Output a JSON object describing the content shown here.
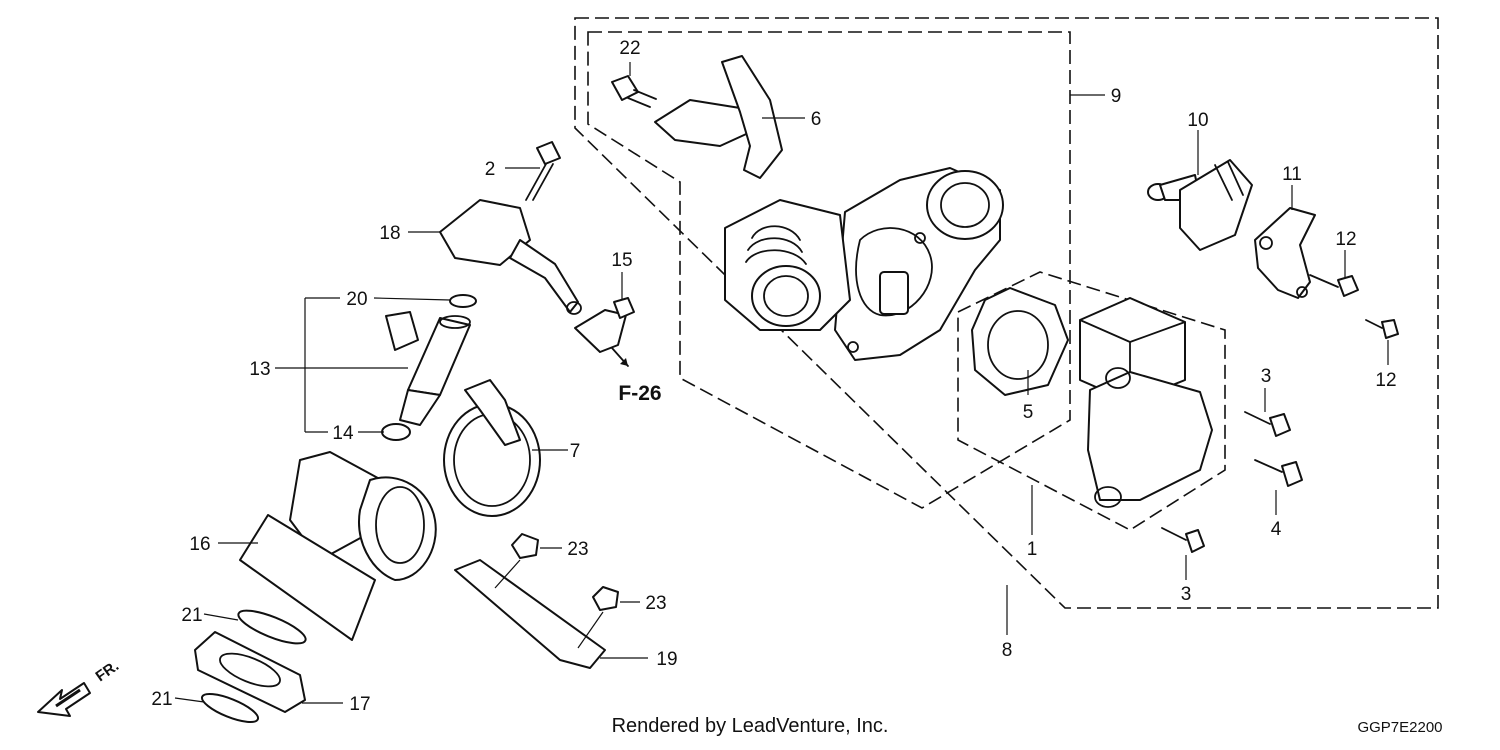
{
  "diagram": {
    "callouts": [
      {
        "id": "c22",
        "text": "22"
      },
      {
        "id": "c6",
        "text": "6"
      },
      {
        "id": "c9",
        "text": "9"
      },
      {
        "id": "c10",
        "text": "10"
      },
      {
        "id": "c11",
        "text": "11"
      },
      {
        "id": "c12a",
        "text": "12"
      },
      {
        "id": "c12b",
        "text": "12"
      },
      {
        "id": "c2",
        "text": "2"
      },
      {
        "id": "c18",
        "text": "18"
      },
      {
        "id": "c15",
        "text": "15"
      },
      {
        "id": "c20",
        "text": "20"
      },
      {
        "id": "c13",
        "text": "13"
      },
      {
        "id": "c14",
        "text": "14"
      },
      {
        "id": "c7",
        "text": "7"
      },
      {
        "id": "c5",
        "text": "5"
      },
      {
        "id": "c3a",
        "text": "3"
      },
      {
        "id": "c4",
        "text": "4"
      },
      {
        "id": "c1",
        "text": "1"
      },
      {
        "id": "c3b",
        "text": "3"
      },
      {
        "id": "c16",
        "text": "16"
      },
      {
        "id": "c23a",
        "text": "23"
      },
      {
        "id": "c23b",
        "text": "23"
      },
      {
        "id": "c21a",
        "text": "21"
      },
      {
        "id": "c21b",
        "text": "21"
      },
      {
        "id": "c19",
        "text": "19"
      },
      {
        "id": "c17",
        "text": "17"
      },
      {
        "id": "c8",
        "text": "8"
      }
    ],
    "reference": "F-26",
    "direction_label": "FR.",
    "credit": "Rendered by LeadVenture, Inc.",
    "drawing_code": "GGP7E2200"
  }
}
